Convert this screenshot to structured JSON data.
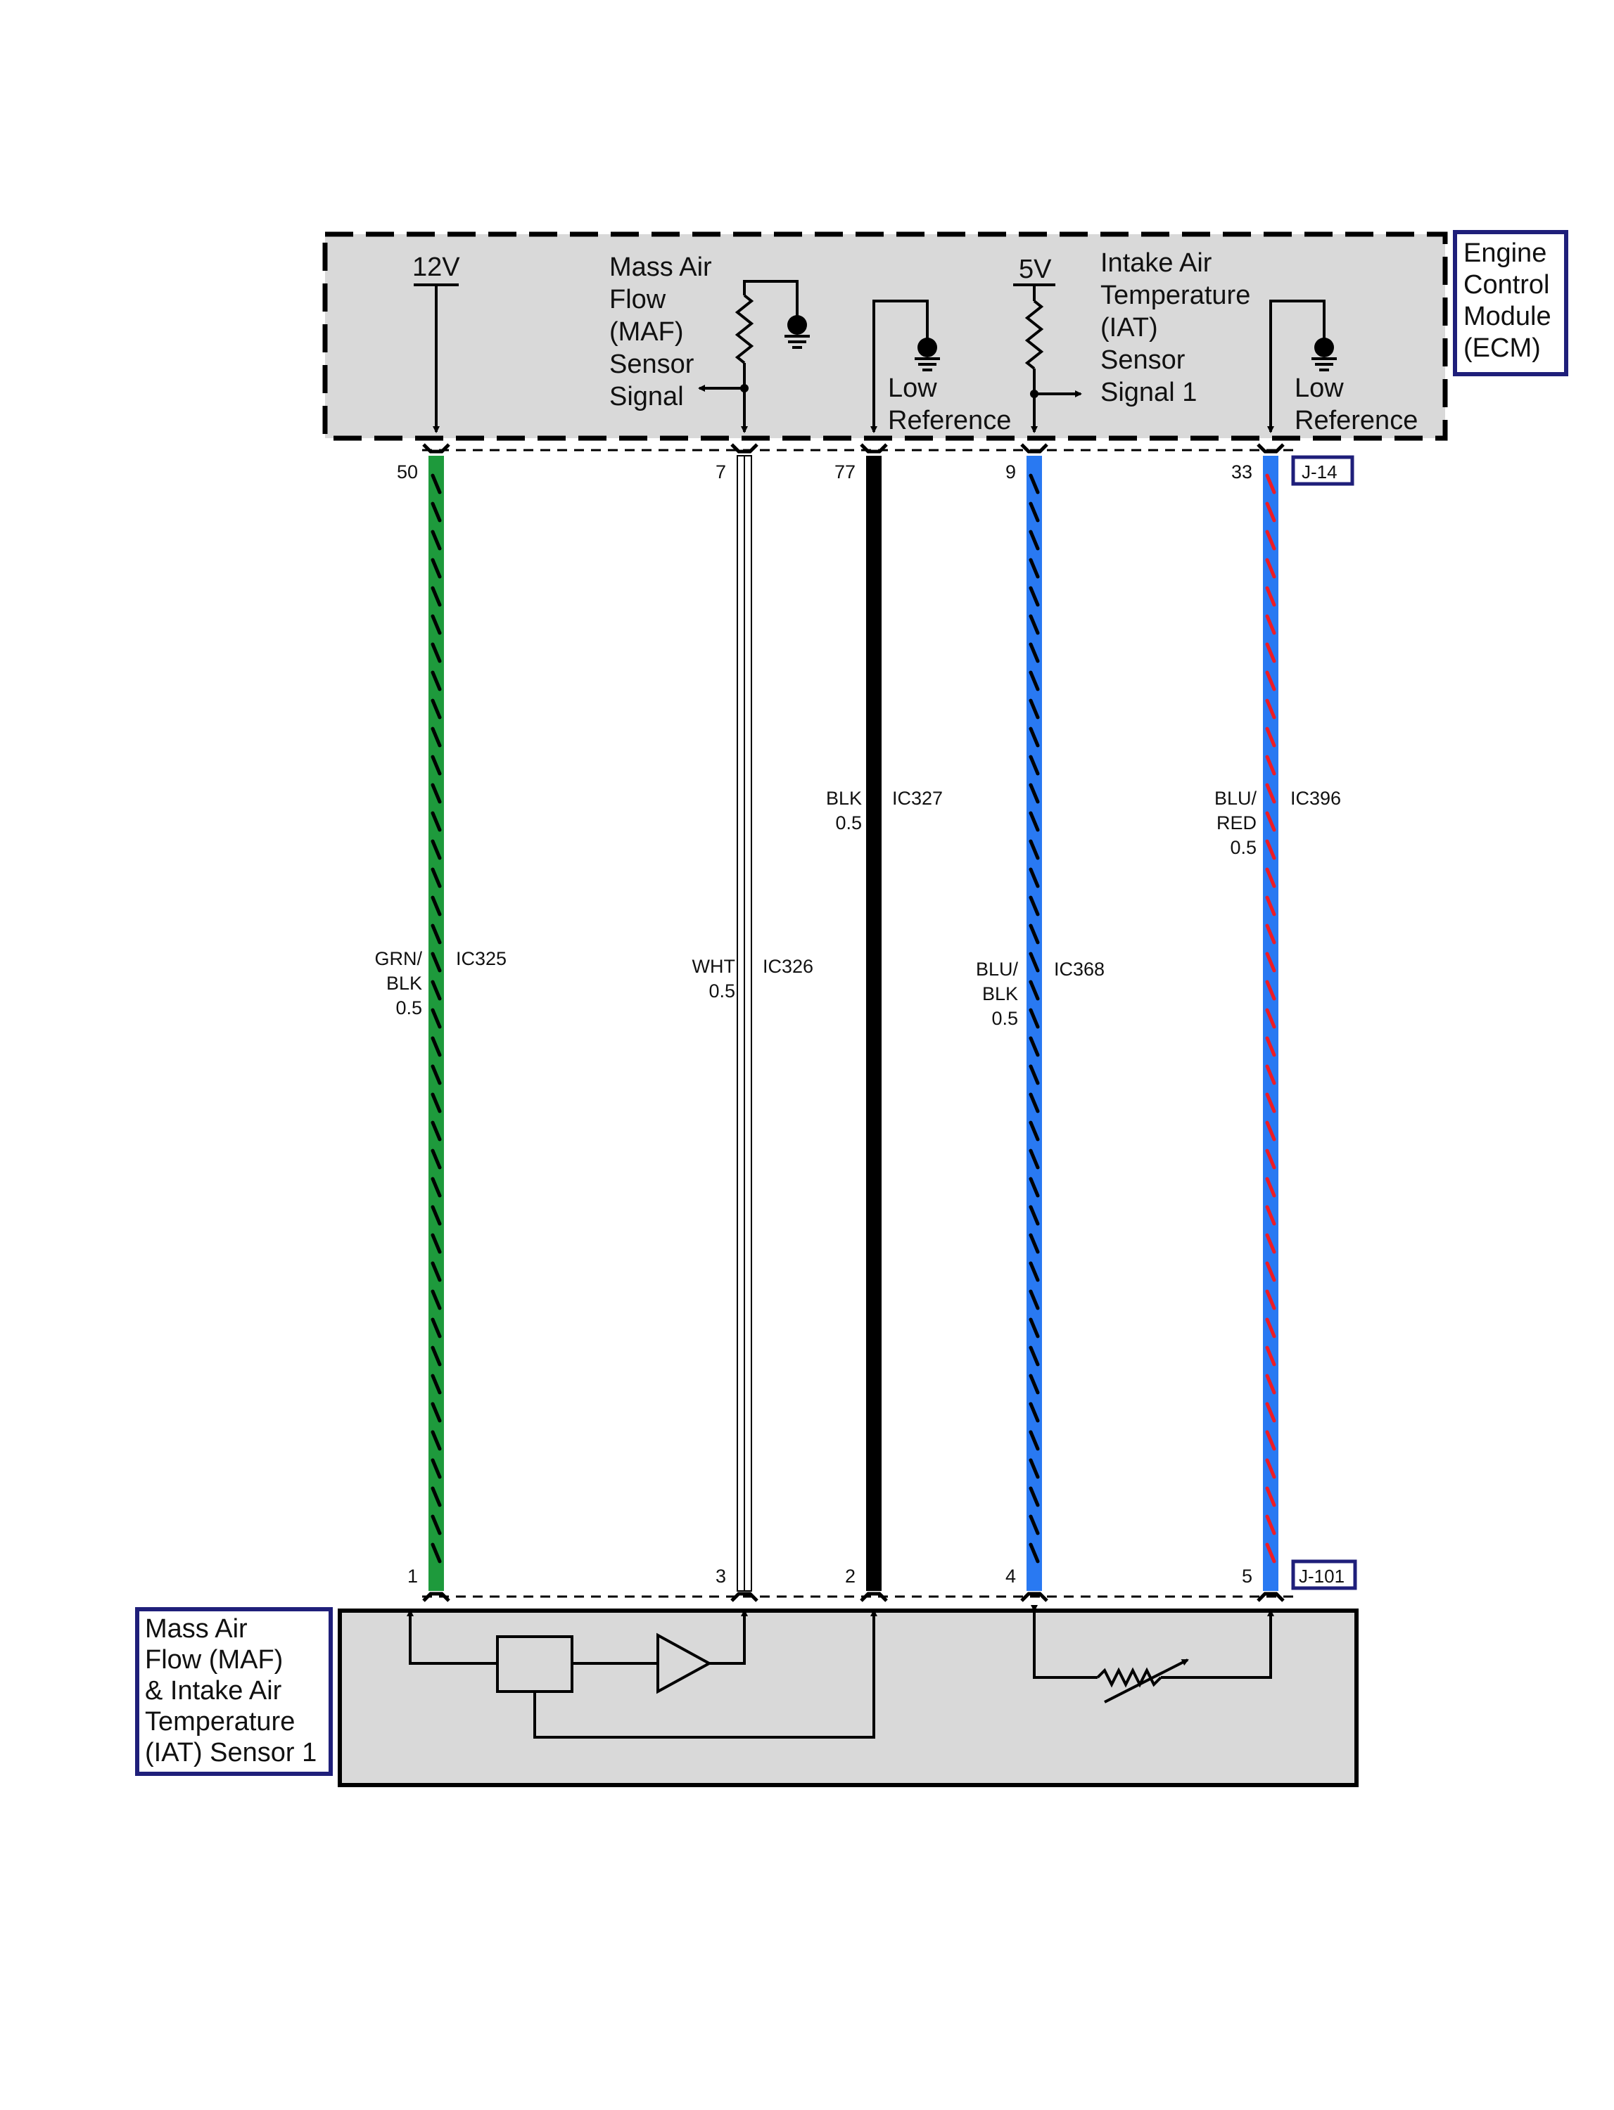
{
  "ecm": {
    "label_lines": [
      "Engine",
      "Control",
      "Module",
      "(ECM)"
    ],
    "supply_12v": "12V",
    "supply_5v": "5V",
    "maf_signal_lines": [
      "Mass Air",
      "Flow",
      "(MAF)",
      "Sensor",
      "Signal"
    ],
    "iat_signal_lines": [
      "Intake Air",
      "Temperature",
      "(IAT)",
      "Sensor",
      "Signal 1"
    ],
    "low_ref_1_lines": [
      "Low",
      "Reference"
    ],
    "low_ref_2_lines": [
      "Low",
      "Reference"
    ]
  },
  "connectors": {
    "top": "J-14",
    "bottom": "J-101"
  },
  "sensor": {
    "label_lines": [
      "Mass Air",
      "Flow (MAF)",
      "& Intake Air",
      "Temperature",
      "(IAT) Sensor 1"
    ]
  },
  "wires": [
    {
      "top_pin": "50",
      "bottom_pin": "1",
      "circuit": "IC325",
      "color_lines": [
        "GRN/",
        "BLK",
        "0.5"
      ],
      "base_color": "#1e9a3c",
      "stripe_color": "#000000"
    },
    {
      "top_pin": "7",
      "bottom_pin": "3",
      "circuit": "IC326",
      "color_lines": [
        "WHT",
        "0.5"
      ],
      "base_color": "#ffffff",
      "stripe_color": ""
    },
    {
      "top_pin": "77",
      "bottom_pin": "2",
      "circuit": "IC327",
      "color_lines": [
        "BLK",
        "0.5"
      ],
      "base_color": "#000000",
      "stripe_color": ""
    },
    {
      "top_pin": "9",
      "bottom_pin": "4",
      "circuit": "IC368",
      "color_lines": [
        "BLU/",
        "BLK",
        "0.5"
      ],
      "base_color": "#2979f2",
      "stripe_color": "#000000"
    },
    {
      "top_pin": "33",
      "bottom_pin": "5",
      "circuit": "IC396",
      "color_lines": [
        "BLU/",
        "RED",
        "0.5"
      ],
      "base_color": "#2979f2",
      "stripe_color": "#ee1c25"
    }
  ]
}
